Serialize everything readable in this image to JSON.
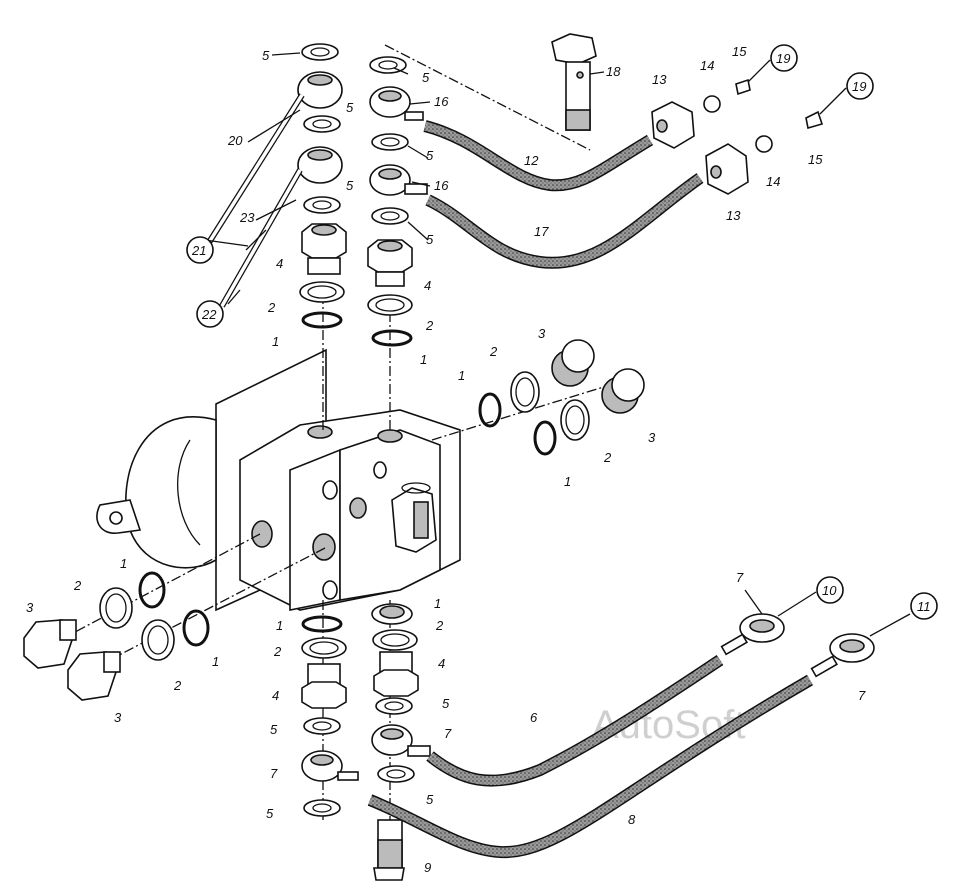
{
  "watermark": "AutoSoft",
  "callouts": [
    "1",
    "2",
    "3",
    "4",
    "5",
    "6",
    "7",
    "8",
    "9",
    "10",
    "11",
    "12",
    "13",
    "14",
    "15",
    "16",
    "17",
    "18",
    "19",
    "20",
    "21",
    "22",
    "23"
  ]
}
